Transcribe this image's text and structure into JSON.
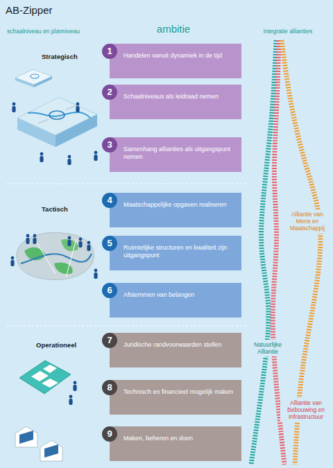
{
  "diagram": {
    "title": "AB-Zipper",
    "nodes": [
      {
        "text": [
          "Handelen vanuit dynamiek in de tijd"
        ]
      },
      {
        "text": [
          "1"
        ],
        "in": 0
      },
      {
        "text": [
          "Schaalniveaus als leidraad nemen"
        ]
      },
      {
        "text": [
          "2"
        ],
        "in": 2
      },
      {
        "text": [
          "Samenhang allianties als uitgangspunt nemen"
        ]
      },
      {
        "text": [
          "3"
        ],
        "in": 4
      },
      {
        "text": [
          "Maatschappelijke opgaven realiseren"
        ]
      },
      {
        "text": [
          "4"
        ],
        "in": 6
      },
      {
        "text": [
          "Ruimtelijke structuren en kwaliteit zijn uitgangspunt"
        ]
      },
      {
        "text": [
          "5"
        ],
        "in": 8
      },
      {
        "text": [
          "Afstemmen van belangen"
        ]
      },
      {
        "text": [
          "6"
        ],
        "in": 10
      },
      {
        "text": [
          "Juridische randvoorwaarden stellen"
        ]
      },
      {
        "text": [
          "7"
        ],
        "in": 12
      },
      {
        "text": [
          "Technisch en financieel mogelijk maken"
        ]
      },
      {
        "text": [
          "8"
        ],
        "in": 14
      },
      {
        "text": [
          "Maken, beheren en doen"
        ]
      },
      {
        "text": [
          "9"
        ],
        "in": 16
      }
    ],
    "labels": [
      "schaalniveau en planniveau",
      "ambitie",
      "integratie allianties",
      "Strategisch",
      "Tactisch",
      "Operationeel",
      "Alliantie van Mens en Maatschappij",
      "Natuurlijke Alliantie",
      "Alliantie van Bebouwing en Infrastructuur"
    ]
  }
}
